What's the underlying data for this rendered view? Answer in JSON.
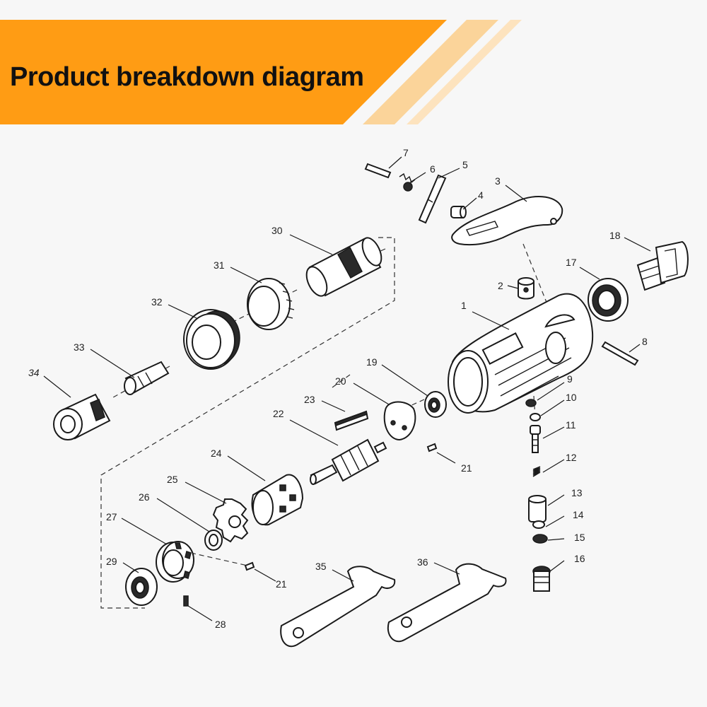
{
  "banner": {
    "title": "Product breakdown diagram",
    "colors": {
      "orange": "#ff9c14",
      "light_stripe": "#fbd49a"
    }
  },
  "callouts": [
    "1",
    "2",
    "3",
    "4",
    "5",
    "6",
    "7",
    "8",
    "9",
    "10",
    "11",
    "12",
    "13",
    "14",
    "15",
    "16",
    "17",
    "18",
    "19",
    "20",
    "21",
    "22",
    "23",
    "24",
    "25",
    "26",
    "27",
    "28",
    "29",
    "30",
    "31",
    "32",
    "33",
    "34",
    "35",
    "36"
  ]
}
